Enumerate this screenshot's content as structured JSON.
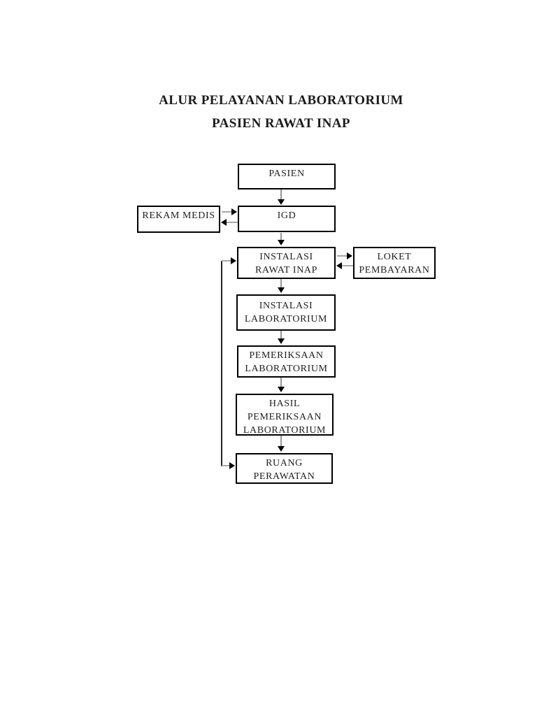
{
  "page": {
    "title_line1": "ALUR PELAYANAN LABORATORIUM",
    "title_line2": "PASIEN RAWAT INAP"
  },
  "colors": {
    "page_background": "#ffffff",
    "box_border": "#000000",
    "text": "#1f1f1f",
    "arrow_stem": "#979797",
    "arrow_head": "#000000"
  },
  "flowchart": {
    "nodes": [
      {
        "id": "pasien",
        "label": "PASIEN",
        "lines": [
          "PASIEN"
        ]
      },
      {
        "id": "rekam-medis",
        "label": "REKAM MEDIS",
        "lines": [
          "REKAM MEDIS"
        ]
      },
      {
        "id": "igd",
        "label": "IGD",
        "lines": [
          "IGD"
        ]
      },
      {
        "id": "instalasi-rawat-inap",
        "label": "INSTALASI RAWAT INAP",
        "lines": [
          "INSTALASI",
          "RAWAT INAP"
        ]
      },
      {
        "id": "loket-pembayaran",
        "label": "LOKET PEMBAYARAN",
        "lines": [
          "LOKET",
          "PEMBAYARAN"
        ]
      },
      {
        "id": "instalasi-laboratorium",
        "label": "INSTALASI LABORATORIUM",
        "lines": [
          "INSTALASI",
          "LABORATORIUM"
        ]
      },
      {
        "id": "pemeriksaan-laboratorium",
        "label": "PEMERIKSAAN LABORATORIUM",
        "lines": [
          "PEMERIKSAAN",
          "LABORATORIUM"
        ]
      },
      {
        "id": "hasil-pemeriksaan-laboratorium",
        "label": "HASIL PEMERIKSAAN LABORATORIUM",
        "lines": [
          "HASIL",
          "PEMERIKSAAN",
          "LABORATORIUM"
        ]
      },
      {
        "id": "ruang-perawatan",
        "label": "RUANG PERAWATAN",
        "lines": [
          "RUANG",
          "PERAWATAN"
        ]
      }
    ],
    "edges": [
      {
        "from": "PASIEN",
        "to": "IGD",
        "direction": "down"
      },
      {
        "from": "REKAM MEDIS",
        "to": "IGD",
        "direction": "right"
      },
      {
        "from": "IGD",
        "to": "REKAM MEDIS",
        "direction": "left"
      },
      {
        "from": "IGD",
        "to": "INSTALASI RAWAT INAP",
        "direction": "down"
      },
      {
        "from": "INSTALASI RAWAT INAP",
        "to": "LOKET PEMBAYARAN",
        "direction": "right"
      },
      {
        "from": "LOKET PEMBAYARAN",
        "to": "INSTALASI RAWAT INAP",
        "direction": "left"
      },
      {
        "from": "INSTALASI RAWAT INAP",
        "to": "INSTALASI LABORATORIUM",
        "direction": "down"
      },
      {
        "from": "INSTALASI LABORATORIUM",
        "to": "PEMERIKSAAN LABORATORIUM",
        "direction": "down"
      },
      {
        "from": "PEMERIKSAAN LABORATORIUM",
        "to": "HASIL PEMERIKSAAN LABORATORIUM",
        "direction": "down"
      },
      {
        "from": "HASIL PEMERIKSAAN LABORATORIUM",
        "to": "RUANG PERAWATAN",
        "direction": "down"
      },
      {
        "from": "side-loop",
        "to": "INSTALASI RAWAT INAP and RUANG PERAWATAN",
        "direction": "right-branches"
      }
    ]
  }
}
